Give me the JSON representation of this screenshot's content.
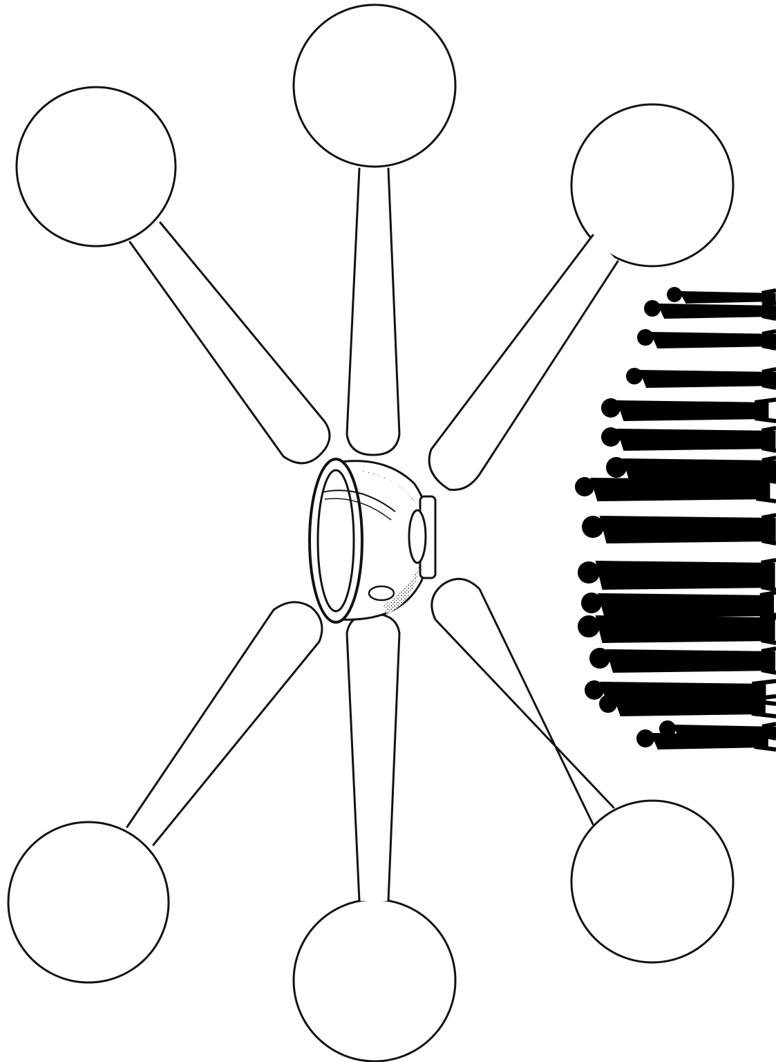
{
  "diagram": {
    "type": "spider-map",
    "center": {
      "icon": "bowl-icon"
    },
    "branches": [
      {
        "position": "top",
        "text": ""
      },
      {
        "position": "top-left",
        "text": ""
      },
      {
        "position": "top-right",
        "text": ""
      },
      {
        "position": "bottom-left",
        "text": ""
      },
      {
        "position": "bottom",
        "text": ""
      },
      {
        "position": "bottom-right",
        "text": ""
      }
    ],
    "side_graphic": {
      "icon": "crowd-silhouette-icon"
    }
  },
  "colors": {
    "stroke": "#111111",
    "fill": "#ffffff",
    "silhouette": "#000000"
  }
}
